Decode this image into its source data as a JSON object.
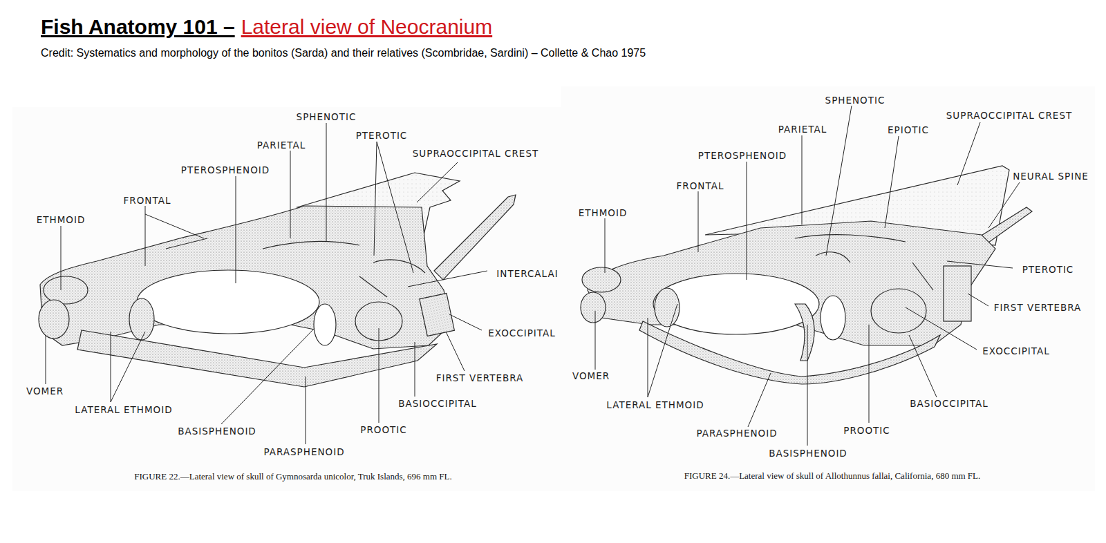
{
  "diagram": {
    "title": "Fish Anatomy 101 –",
    "caption": "Credit: Systematics and morphology of the bonitos (Sarda) and their relatives (Scombridae, Sardini) – Collette & Chao 1975",
    "labels": [
      "Lateral view of Neocranium",
      "SPHENOTIC",
      "PARIETAL",
      "PTEROTIC",
      "SUPRAOCCIPITAL CREST",
      "PTEROSPHENOID",
      "FRONTAL",
      "ETHMOID",
      "INTERCALAI",
      "EXOCCIPITAL",
      "FIRST VERTEBRA",
      "BASIOCCIPITAL",
      "VOMER",
      "LATERAL ETHMOID",
      "BASISPHENOID",
      "PROOTIC",
      "PARASPHENOID",
      "FIGURE 22.—Lateral view of skull of Gymnosarda unicolor, Truk Islands, 696 mm FL.",
      "SPHENOTIC",
      "SUPRAOCCIPITAL CREST",
      "PARIETAL",
      "EPIOTIC",
      "NEURAL SPINE",
      "PTEROSPHENOID",
      "FRONTAL",
      "ETHMOID",
      "PTEROTIC",
      "FIRST VERTEBRA",
      "EXOCCIPITAL",
      "VOMER",
      "BASIOCCIPITAL",
      "LATERAL ETHMOID",
      "PARASPHENOID",
      "PROOTIC",
      "BASISPHENOID",
      "FIGURE 24.—Lateral view of skull of Allothunnus fallai, California, 680 mm FL."
    ]
  }
}
